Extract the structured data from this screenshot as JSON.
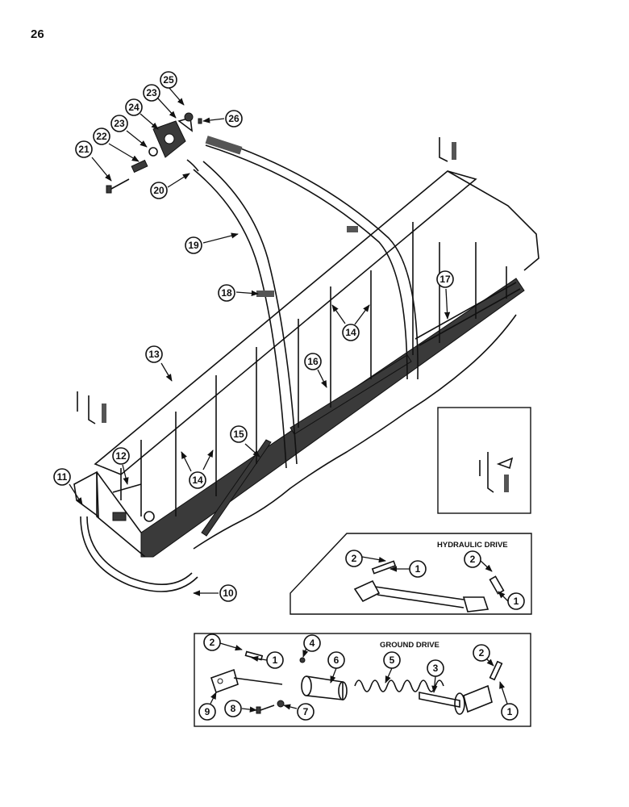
{
  "page_number": "26",
  "hydraulic_drive": {
    "title": "HYDRAULIC DRIVE"
  },
  "ground_drive": {
    "title": "GROUND DRIVE"
  },
  "callouts": {
    "c1": "1",
    "c2": "2",
    "c3": "3",
    "c4": "4",
    "c5": "5",
    "c6": "6",
    "c7": "7",
    "c8": "8",
    "c9": "9",
    "c10": "10",
    "c11": "11",
    "c12": "12",
    "c13": "13",
    "c14": "14",
    "c15": "15",
    "c16": "16",
    "c17": "17",
    "c18": "18",
    "c19": "19",
    "c20": "20",
    "c21": "21",
    "c22": "22",
    "c23": "23",
    "c24": "24",
    "c25": "25",
    "c26": "26"
  }
}
